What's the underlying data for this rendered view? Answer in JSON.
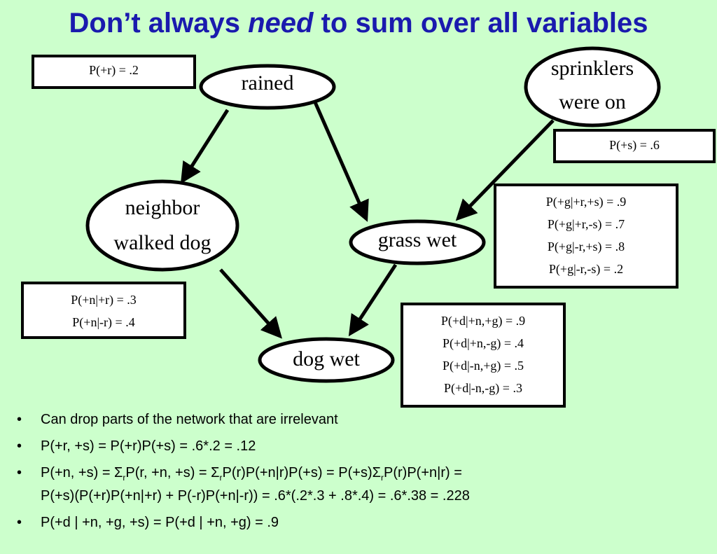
{
  "title": {
    "part1": "Don’t always ",
    "part2": "need",
    "part3": " to sum over ",
    "part4": "all",
    "part5": " variables"
  },
  "nodes": {
    "rained": "rained",
    "sprinklers_line1": "sprinklers",
    "sprinklers_line2": "were on",
    "neighbor_line1": "neighbor",
    "neighbor_line2": "walked dog",
    "grass_wet": "grass wet",
    "dog_wet": "dog wet"
  },
  "cpts": {
    "rained": [
      "P(+r) = .2"
    ],
    "sprinklers": [
      "P(+s) = .6"
    ],
    "neighbor": [
      "P(+n|+r) = .3",
      "P(+n|-r) = .4"
    ],
    "grass": [
      "P(+g|+r,+s) = .9",
      "P(+g|+r,-s) = .7",
      "P(+g|-r,+s) = .8",
      "P(+g|-r,-s) = .2"
    ],
    "dog": [
      "P(+d|+n,+g) = .9",
      "P(+d|+n,-g) = .4",
      "P(+d|-n,+g) = .5",
      "P(+d|-n,-g) = .3"
    ]
  },
  "bullets": {
    "marker": "•",
    "b1": "Can drop parts of the network that are irrelevant",
    "b2": "P(+r, +s) = P(+r)P(+s) = .6*.2 = .12",
    "b3_a": "P(+n, +s) = Σ",
    "b3_sub1": "r",
    "b3_b": "P(r, +n, +s) = Σ",
    "b3_sub2": "r",
    "b3_c": "P(r)P(+n|r)P(+s) = P(+s)Σ",
    "b3_sub3": "r",
    "b3_d": "P(r)P(+n|r) =",
    "b3_line2": "P(+s)(P(+r)P(+n|+r) + P(-r)P(+n|-r)) = .6*(.2*.3 + .8*.4)  = .6*.38 = .228",
    "b4": "P(+d | +n, +g, +s) = P(+d | +n, +g) = .9"
  },
  "colors": {
    "background": "#ccffcc",
    "title": "#1a1aae"
  }
}
